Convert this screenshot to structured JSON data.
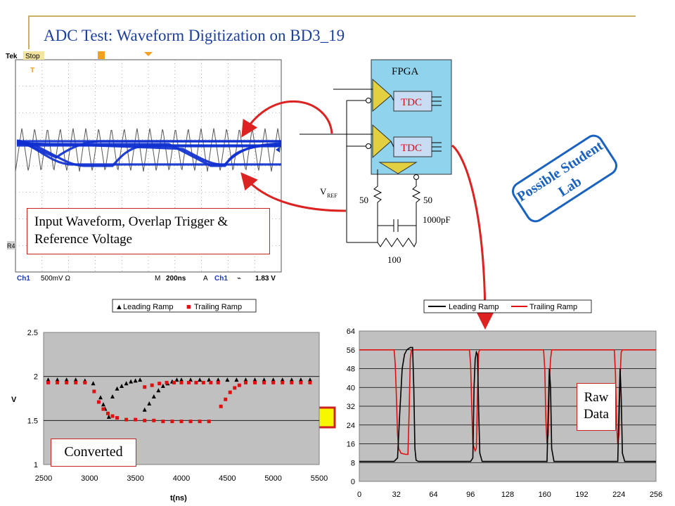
{
  "slide": {
    "title": "ADC Test: Waveform Digitization on BD3_19",
    "input_note": "Input Waveform, Overlap Trigger & Reference Voltage",
    "converted_label": "Converted",
    "raw_label": "Raw Data",
    "student_label": "Possible Student Lab"
  },
  "scope": {
    "brand": "Tek",
    "state": "Stop",
    "trigger_marker": "T",
    "ref_marker": "R4",
    "ch1_label": "Ch1",
    "ch1_scale": "500mV Ω",
    "timebase_prefix": "M",
    "timebase": "200ns",
    "trig_mode": "A",
    "trig_source": "Ch1",
    "trig_slope": "⌁",
    "trig_level": "1.83 V"
  },
  "circuit": {
    "fpga_label": "FPGA",
    "tdc1": "TDC",
    "tdc2": "TDC",
    "vref": "V",
    "vref_sub": "REF",
    "r1": "50",
    "r2": "50",
    "cap": "1000pF",
    "r3": "100"
  },
  "colors": {
    "title": "#1c3f9c",
    "accent_red": "#dd2222",
    "trace_blue": "#1030d0",
    "fpga_fill": "#8fd3ec",
    "tdc_fill": "#c8dcf4",
    "triangle": "#e3d040",
    "plot_bg": "#c0c0c0",
    "arrow_fill": "#f7f700"
  },
  "chart_data": [
    {
      "type": "scatter",
      "legend": [
        "Leading Ramp",
        "Trailing Ramp"
      ],
      "legend_markers": [
        "▲",
        "■"
      ],
      "xlabel": "t(ns)",
      "ylabel": "V",
      "xlim": [
        2500,
        5500
      ],
      "ylim": [
        1,
        2.5
      ],
      "x_ticks": [
        2500,
        3000,
        3500,
        4000,
        4500,
        5000,
        5500
      ],
      "y_ticks": [
        1,
        1.5,
        2,
        2.5
      ],
      "series": [
        {
          "name": "Leading Ramp",
          "color": "#000000",
          "points": [
            [
              2550,
              1.96
            ],
            [
              2650,
              1.96
            ],
            [
              2750,
              1.96
            ],
            [
              2850,
              1.96
            ],
            [
              2950,
              1.95
            ],
            [
              3040,
              1.92
            ],
            [
              3120,
              1.76
            ],
            [
              3170,
              1.63
            ],
            [
              3210,
              1.54
            ],
            [
              3150,
              1.68
            ],
            [
              3250,
              1.77
            ],
            [
              3300,
              1.86
            ],
            [
              3350,
              1.89
            ],
            [
              3400,
              1.92
            ],
            [
              3450,
              1.94
            ],
            [
              3500,
              1.95
            ],
            [
              3550,
              1.96
            ],
            [
              3600,
              1.62
            ],
            [
              3650,
              1.69
            ],
            [
              3700,
              1.77
            ],
            [
              3750,
              1.84
            ],
            [
              3800,
              1.89
            ],
            [
              3850,
              1.92
            ],
            [
              3900,
              1.94
            ],
            [
              3950,
              1.96
            ],
            [
              4000,
              1.96
            ],
            [
              4100,
              1.96
            ],
            [
              4200,
              1.96
            ],
            [
              4300,
              1.96
            ],
            [
              4400,
              1.96
            ],
            [
              4500,
              1.96
            ],
            [
              4600,
              1.96
            ],
            [
              4700,
              1.96
            ],
            [
              4800,
              1.96
            ],
            [
              4900,
              1.96
            ],
            [
              5000,
              1.96
            ],
            [
              5100,
              1.96
            ],
            [
              5200,
              1.96
            ],
            [
              5300,
              1.96
            ],
            [
              5400,
              1.96
            ]
          ]
        },
        {
          "name": "Trailing Ramp",
          "color": "#e01010",
          "points": [
            [
              2550,
              1.93
            ],
            [
              2650,
              1.93
            ],
            [
              2750,
              1.93
            ],
            [
              2850,
              1.93
            ],
            [
              2950,
              1.93
            ],
            [
              3050,
              1.83
            ],
            [
              3100,
              1.71
            ],
            [
              3150,
              1.63
            ],
            [
              3200,
              1.58
            ],
            [
              3250,
              1.55
            ],
            [
              3300,
              1.53
            ],
            [
              3400,
              1.51
            ],
            [
              3500,
              1.51
            ],
            [
              3600,
              1.5
            ],
            [
              3700,
              1.5
            ],
            [
              3800,
              1.49
            ],
            [
              3900,
              1.49
            ],
            [
              4000,
              1.49
            ],
            [
              4100,
              1.49
            ],
            [
              4200,
              1.49
            ],
            [
              4300,
              1.49
            ],
            [
              3600,
              1.88
            ],
            [
              3680,
              1.9
            ],
            [
              3760,
              1.92
            ],
            [
              3840,
              1.93
            ],
            [
              3920,
              1.93
            ],
            [
              4000,
              1.93
            ],
            [
              4080,
              1.93
            ],
            [
              4160,
              1.93
            ],
            [
              4240,
              1.93
            ],
            [
              4320,
              1.93
            ],
            [
              4400,
              1.93
            ],
            [
              4430,
              1.66
            ],
            [
              4480,
              1.74
            ],
            [
              4530,
              1.82
            ],
            [
              4580,
              1.87
            ],
            [
              4630,
              1.9
            ],
            [
              4700,
              1.93
            ],
            [
              4800,
              1.93
            ],
            [
              4900,
              1.93
            ],
            [
              5000,
              1.93
            ],
            [
              5100,
              1.93
            ],
            [
              5200,
              1.93
            ],
            [
              5300,
              1.93
            ],
            [
              5400,
              1.93
            ]
          ]
        }
      ]
    },
    {
      "type": "line",
      "legend": [
        "Leading Ramp",
        "Trailing Ramp"
      ],
      "xlabel": "",
      "ylabel": "",
      "xlim": [
        0,
        256
      ],
      "ylim": [
        0,
        64
      ],
      "x_ticks": [
        0,
        32,
        64,
        96,
        128,
        160,
        192,
        224,
        256
      ],
      "y_ticks": [
        0,
        8,
        16,
        24,
        32,
        40,
        48,
        56,
        64
      ],
      "series": [
        {
          "name": "Leading Ramp",
          "color": "#000000",
          "points": [
            [
              0,
              8.5
            ],
            [
              30,
              8.5
            ],
            [
              33,
              10
            ],
            [
              35,
              30
            ],
            [
              37,
              48
            ],
            [
              39,
              54
            ],
            [
              41,
              56
            ],
            [
              44,
              57
            ],
            [
              46,
              57
            ],
            [
              47,
              40
            ],
            [
              48,
              14
            ],
            [
              49,
              9
            ],
            [
              51,
              8.5
            ],
            [
              96,
              8.5
            ],
            [
              98,
              10
            ],
            [
              99,
              40
            ],
            [
              100,
              52
            ],
            [
              101,
              55
            ],
            [
              102,
              54
            ],
            [
              103,
              30
            ],
            [
              104,
              12
            ],
            [
              106,
              8.5
            ],
            [
              162,
              8.5
            ],
            [
              163,
              30
            ],
            [
              164,
              48
            ],
            [
              165,
              40
            ],
            [
              166,
              14
            ],
            [
              168,
              8.5
            ],
            [
              223,
              8.5
            ],
            [
              224,
              30
            ],
            [
              225,
              48
            ],
            [
              226,
              36
            ],
            [
              227,
              12
            ],
            [
              229,
              8.5
            ],
            [
              256,
              8.5
            ]
          ]
        },
        {
          "name": "Trailing Ramp",
          "color": "#e01010",
          "points": [
            [
              0,
              56
            ],
            [
              30,
              56
            ],
            [
              31,
              50
            ],
            [
              32,
              36
            ],
            [
              33,
              20
            ],
            [
              34,
              14
            ],
            [
              36,
              12
            ],
            [
              40,
              11.5
            ],
            [
              42,
              11.5
            ],
            [
              43,
              30
            ],
            [
              44,
              52
            ],
            [
              45,
              56
            ],
            [
              95,
              56
            ],
            [
              96,
              50
            ],
            [
              97,
              32
            ],
            [
              98,
              16
            ],
            [
              100,
              13
            ],
            [
              101,
              14
            ],
            [
              102,
              36
            ],
            [
              103,
              55
            ],
            [
              104,
              56
            ],
            [
              159,
              56
            ],
            [
              160,
              48
            ],
            [
              161,
              26
            ],
            [
              162,
              16
            ],
            [
              163,
              20
            ],
            [
              164,
              42
            ],
            [
              165,
              52
            ],
            [
              166,
              56
            ],
            [
              220,
              56
            ],
            [
              221,
              46
            ],
            [
              222,
              24
            ],
            [
              223,
              16
            ],
            [
              224,
              20
            ],
            [
              225,
              44
            ],
            [
              226,
              55
            ],
            [
              227,
              56
            ],
            [
              256,
              56
            ]
          ]
        }
      ]
    }
  ]
}
